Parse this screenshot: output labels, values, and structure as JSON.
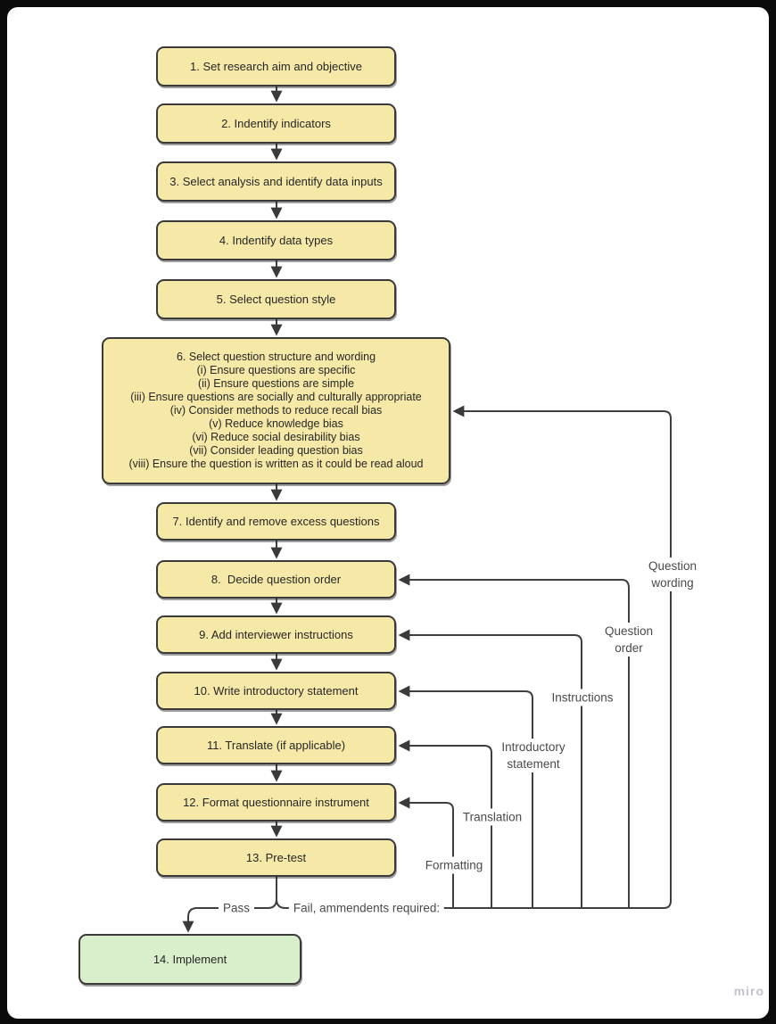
{
  "page": {
    "watermark": "miro",
    "background": "#0b0b0b",
    "canvas_background": "#ffffff"
  },
  "colors": {
    "node_fill": "#f6e9a8",
    "node_border": "#3a3a3a",
    "final_node_fill": "#d9efcc",
    "connector_line": "#3f3f3f",
    "connector_label_text": "#4a4a4a",
    "node_text": "#262626",
    "watermark_text": "#c4c3d0"
  },
  "nodes": [
    {
      "label": "1. Set research aim and objective"
    },
    {
      "label": "2. Indentify indicators"
    },
    {
      "label": "3. Select analysis and identify data inputs"
    },
    {
      "label": "4. Indentify data types"
    },
    {
      "label": "5. Select question style"
    },
    {
      "label": "6. Select question structure and wording\n(i) Ensure questions are specific\n(ii) Ensure questions are simple\n(iii) Ensure questions are socially and culturally appropriate\n(iv) Consider methods to reduce recall bias\n(v) Reduce knowledge bias\n(vi) Reduce social desirability bias\n(vii) Consider leading question bias\n(viii) Ensure the question is written as it could be read aloud"
    },
    {
      "label": "7. Identify and remove excess questions"
    },
    {
      "label": "8.  Decide question order"
    },
    {
      "label": "9. Add interviewer instructions"
    },
    {
      "label": "10. Write introductory statement"
    },
    {
      "label": "11. Translate (if applicable)"
    },
    {
      "label": "12. Format questionnaire instrument"
    },
    {
      "label": "13. Pre-test"
    },
    {
      "label": "14. Implement"
    }
  ],
  "connector_labels": {
    "pass": "Pass",
    "fail": "Fail, ammendents required:",
    "question_wording": "Question\nwording",
    "question_order": "Question\norder",
    "instructions": "Instructions",
    "introductory_statement": "Introductory\nstatement",
    "translation": "Translation",
    "formatting": "Formatting"
  }
}
